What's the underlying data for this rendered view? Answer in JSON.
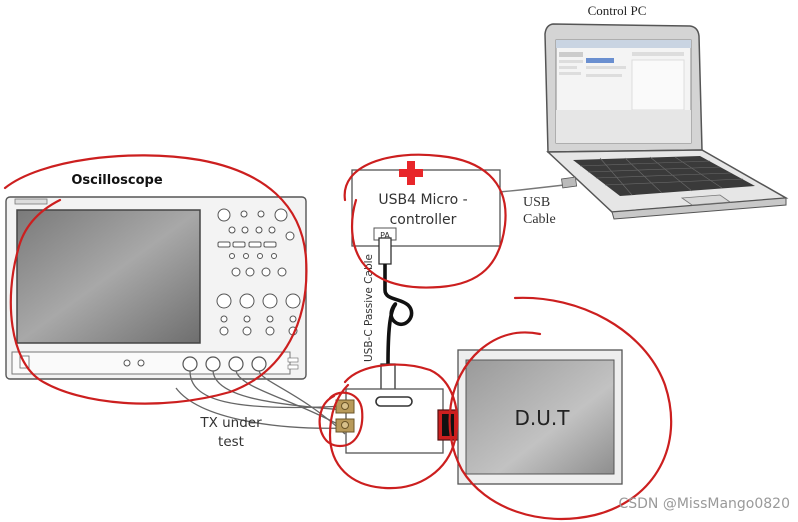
{
  "labels": {
    "control_pc": "Control PC",
    "oscilloscope": "Oscilloscope",
    "usb4_line1": "USB4 Micro -",
    "usb4_line2": "controller",
    "pa": "PA",
    "usb_line1": "USB",
    "usb_line2": "Cable",
    "passive_cable": "USB-C Passive Cable",
    "tx_line1": "TX under",
    "tx_line2": "test",
    "dut": "D.U.T",
    "watermark": "CSDN @MissMango0820"
  },
  "colors": {
    "annotation_red": "#cc1f1f",
    "outline": "#444444",
    "cross_red": "#e8262a"
  },
  "icons": [
    "red-cross-icon"
  ]
}
